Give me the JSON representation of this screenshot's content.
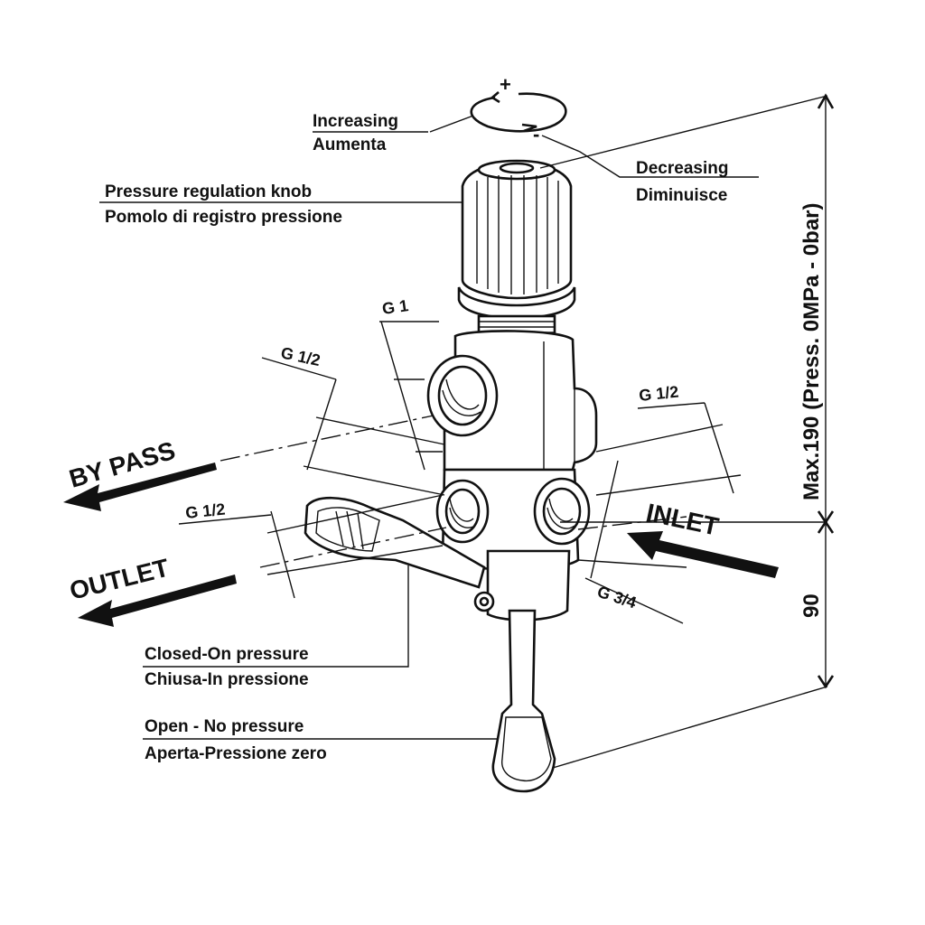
{
  "rotation": {
    "plus": "+",
    "minus": "-"
  },
  "labels": {
    "increasing_en": "Increasing",
    "increasing_it": "Aumenta",
    "decreasing_en": "Decreasing",
    "decreasing_it": "Diminuisce",
    "knob_en": "Pressure regulation knob",
    "knob_it": "Pomolo di registro pressione",
    "closed_en": "Closed-On pressure",
    "closed_it": "Chiusa-In pressione",
    "open_en": "Open - No pressure",
    "open_it": "Aperta-Pressione zero"
  },
  "ports": {
    "bypass": "BY PASS",
    "outlet": "OUTLET",
    "inlet": "INLET"
  },
  "threads": {
    "top": "G 1",
    "bypass": "G 1/2",
    "outlet": "G 1/2",
    "inlet_side": "G 1/2",
    "inlet": "G 3/4"
  },
  "dimensions": {
    "height_label": "Max.190 (Press. 0MPa - 0bar)",
    "lower_label": "90"
  }
}
